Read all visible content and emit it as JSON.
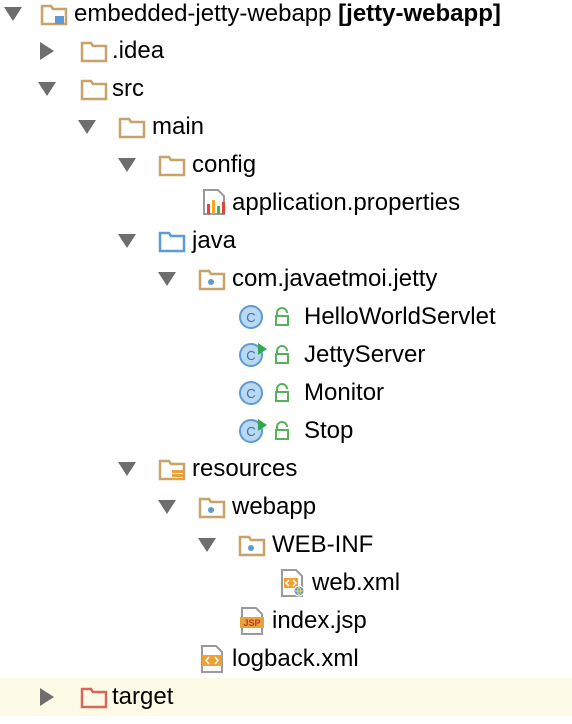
{
  "tree": {
    "root": {
      "label": "embedded-jetty-webapp",
      "module": "[jetty-webapp]"
    },
    "idea": ".idea",
    "src": "src",
    "main": "main",
    "config": "config",
    "app_props": "application.properties",
    "java": "java",
    "package": "com.javaetmoi.jetty",
    "classes": [
      "HelloWorldServlet",
      "JettyServer",
      "Monitor",
      "Stop"
    ],
    "resources": "resources",
    "webapp": "webapp",
    "webinf": "WEB-INF",
    "webxml": "web.xml",
    "indexjsp": "index.jsp",
    "logback": "logback.xml",
    "target": "target"
  },
  "colors": {
    "folder": "#c8a268",
    "folder_target": "#d9665a",
    "folder_source": "#5d9bd6",
    "class_fill": "#b9d9f3",
    "class_stroke": "#5f9bd1",
    "run_arrow": "#2fa84f",
    "lock": "#58b05a",
    "selected_row": "#fdfbe6"
  }
}
